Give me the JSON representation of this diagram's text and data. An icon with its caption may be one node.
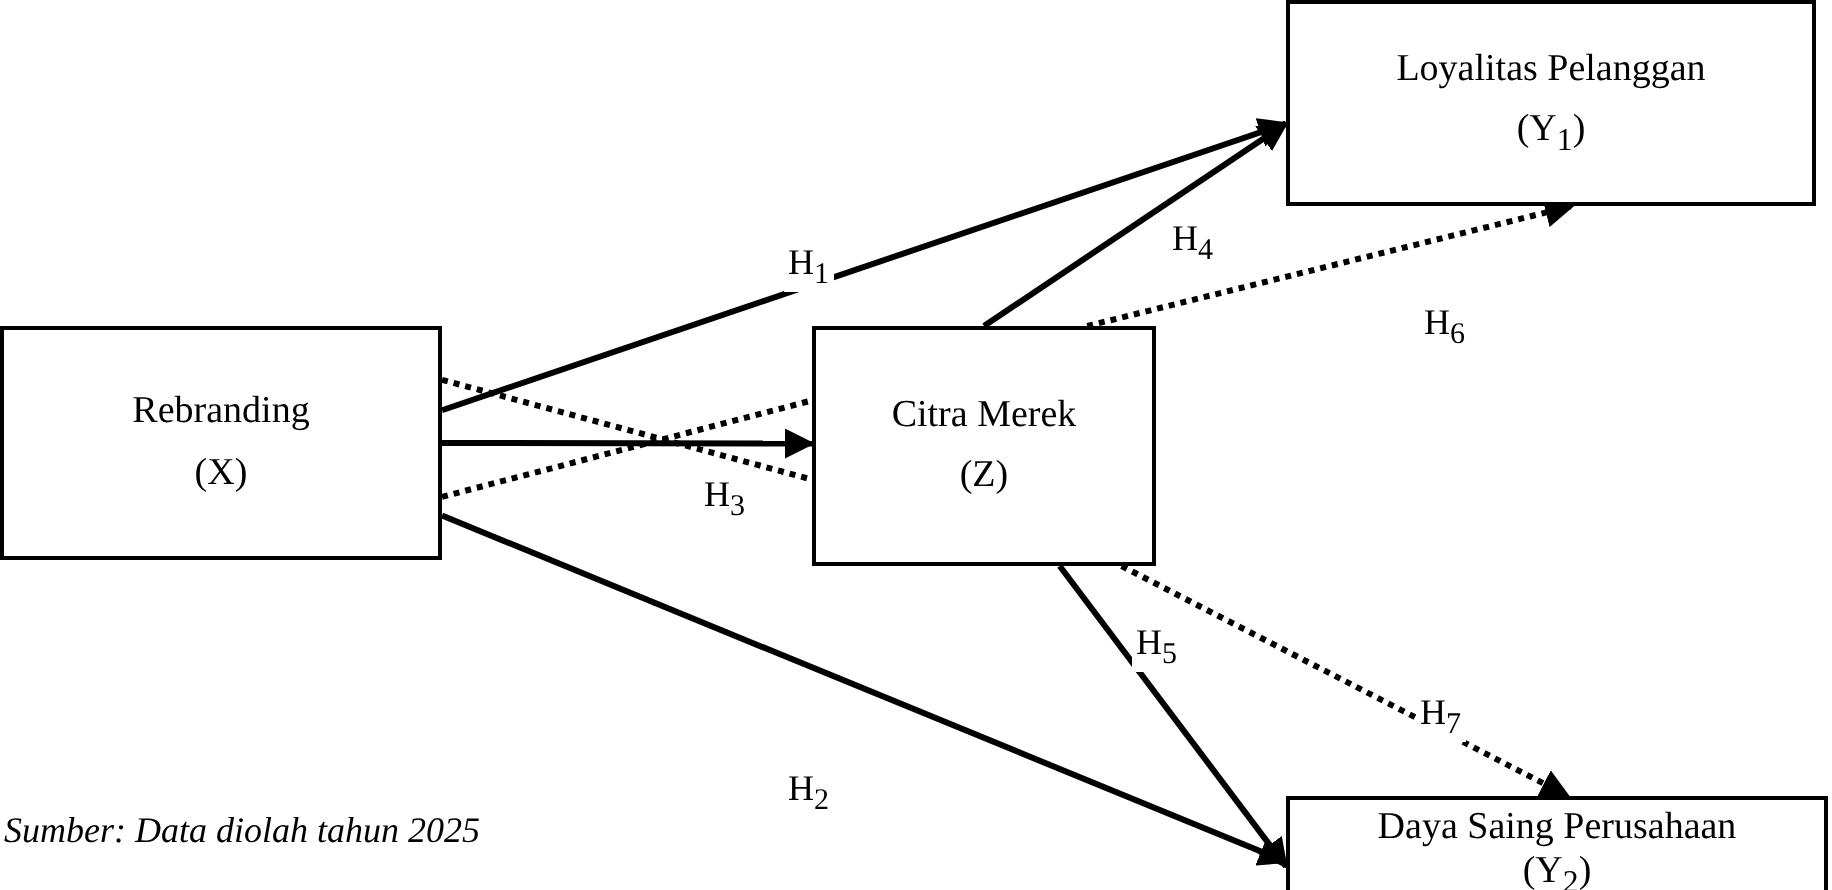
{
  "diagram": {
    "caption": "Sumber: Data diolah tahun 2025",
    "nodes": [
      {
        "text": [
          "Rebranding",
          "(X)"
        ]
      },
      {
        "text": [
          "Citra Merek",
          "(Z)"
        ]
      },
      {
        "text": [
          "Loyalitas Pelanggan",
          "(Y$_{1}$)"
        ]
      },
      {
        "text": [
          "Daya Saing Perusahaan",
          "(Y$_{2}$)"
        ]
      }
    ],
    "edges": [
      {
        "from": 0,
        "to": 2,
        "arrow": "to",
        "label": "H$_{1}$"
      },
      {
        "from": 0,
        "to": 3,
        "arrow": "to",
        "label": "H$_{2}$"
      },
      {
        "from": 0,
        "to": 1,
        "arrow": "to",
        "label": "H$_{3}$"
      },
      {
        "from": 1,
        "to": 2,
        "arrow": "to",
        "label": "H$_{4}$"
      },
      {
        "from": 1,
        "to": 3,
        "arrow": "to",
        "label": "H$_{5}$"
      },
      {
        "from": 0,
        "to": 1,
        "arrow": "none",
        "style": "dashed"
      },
      {
        "from": 0,
        "to": 1,
        "arrow": "none",
        "style": "dashed"
      },
      {
        "from": 1,
        "to": 2,
        "arrow": "to",
        "style": "dashed",
        "label": "H$_{6}$"
      },
      {
        "from": 1,
        "to": 3,
        "arrow": "to",
        "style": "dashed",
        "label": "H$_{7}$"
      }
    ]
  }
}
